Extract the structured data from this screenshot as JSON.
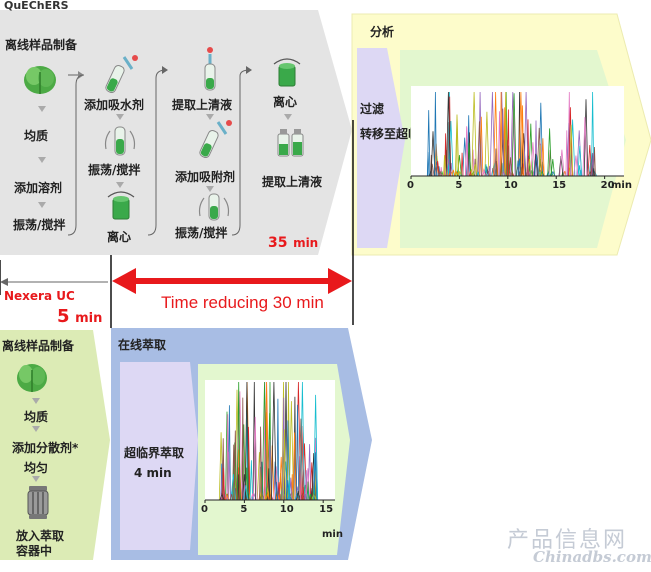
{
  "quechers": {
    "title": "QuEChERS",
    "offline_title": "离线样品制备",
    "col1": [
      "均质",
      "添加溶剂",
      "振荡/搅拌"
    ],
    "col2": [
      "添加吸水剂",
      "振荡/搅拌",
      "离心"
    ],
    "col3": [
      "提取上清液",
      "添加吸附剂",
      "振荡/搅拌"
    ],
    "col4": [
      "离心",
      "提取上清液"
    ],
    "time": "35",
    "time_unit": "min"
  },
  "analysis": {
    "title": "分析",
    "filter_label": "过滤",
    "transfer_label": "转移至超临界分析",
    "chart_xticks": [
      "0",
      "5",
      "10",
      "15",
      "20"
    ],
    "chart_xunit": "min"
  },
  "time_reducing": "Time reducing 30 min",
  "nexera": {
    "title": "Nexera UC",
    "time": "5",
    "time_unit": "min",
    "offline_title": "离线样品制备",
    "steps": [
      "均质",
      "添加分散剂*",
      "均匀",
      "放入萃取",
      "容器中"
    ]
  },
  "online": {
    "title": "在线萃取",
    "sfe_label": "超临界萃取",
    "sfe_time": "4 min",
    "chart_xticks": [
      "0",
      "5",
      "10",
      "15"
    ],
    "chart_xunit": "min"
  },
  "watermark": {
    "cn": "产品信息网",
    "en": "Chinadbs.com"
  },
  "colors": {
    "quechers_bg": "#e4e4e4",
    "analysis_yellow": "#fdfccb",
    "analysis_green": "#e3f7cf",
    "filter_purple": "#ddd8f4",
    "online_blue": "#a8bde4",
    "offline_green": "#dcebb5",
    "red": "#e8191c"
  }
}
